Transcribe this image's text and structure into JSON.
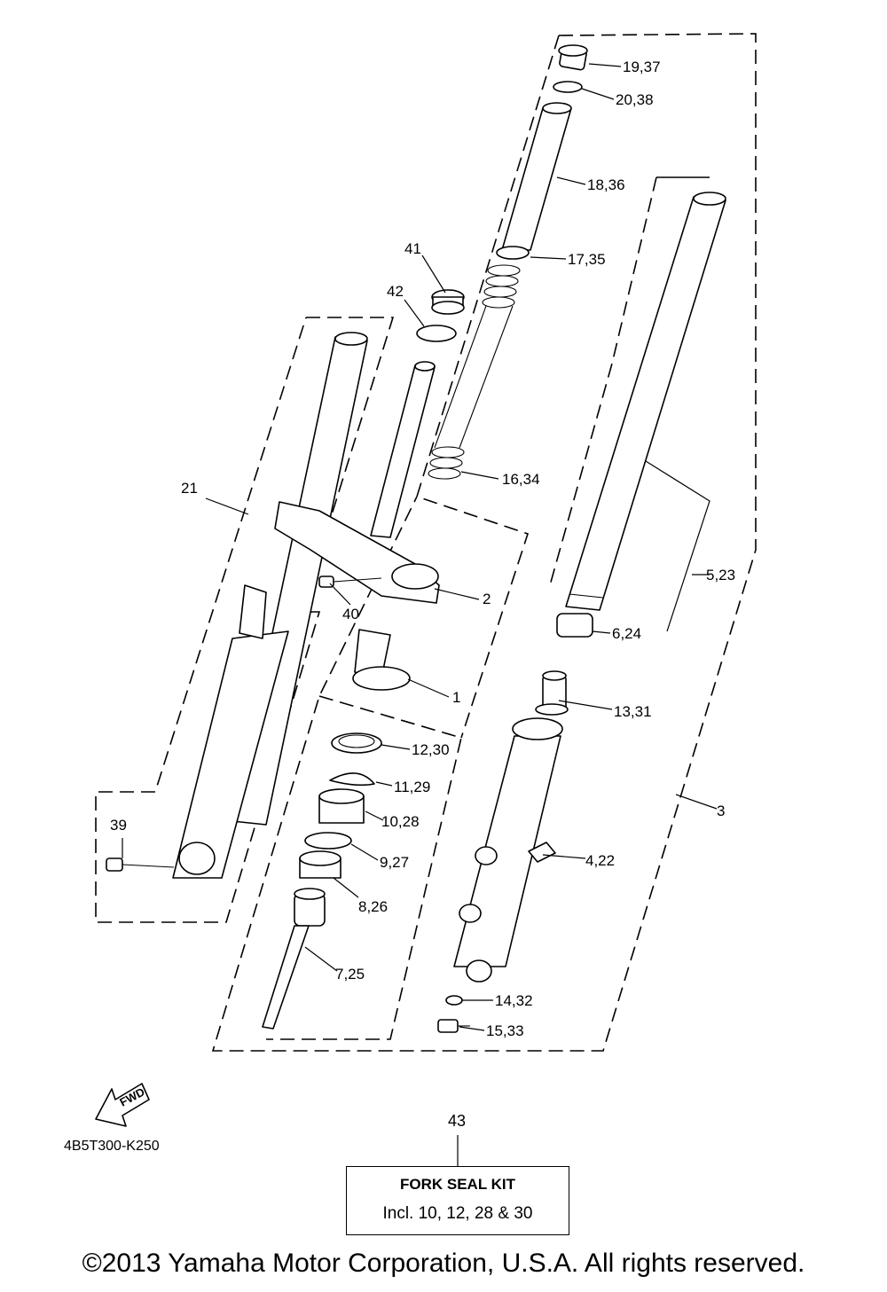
{
  "callouts": {
    "c19_37": "19,37",
    "c20_38": "20,38",
    "c18_36": "18,36",
    "c17_35": "17,35",
    "c41": "41",
    "c42": "42",
    "c16_34": "16,34",
    "c21": "21",
    "c5_23": "5,23",
    "c2": "2",
    "c40": "40",
    "c6_24": "6,24",
    "c1": "1",
    "c13_31": "13,31",
    "c12_30": "12,30",
    "c11_29": "11,29",
    "c3": "3",
    "c10_28": "10,28",
    "c39": "39",
    "c4_22": "4,22",
    "c9_27": "9,27",
    "c8_26": "8,26",
    "c7_25": "7,25",
    "c14_32": "14,32",
    "c15_33": "15,33",
    "c43": "43"
  },
  "fwd_arrow": {
    "label": "FWD"
  },
  "figure_code": "4B5T300-K250",
  "kit": {
    "title": "FORK SEAL KIT",
    "contents": "Incl. 10, 12, 28 & 30"
  },
  "copyright": "©2013 Yamaha Motor Corporation, U.S.A. All rights reserved."
}
